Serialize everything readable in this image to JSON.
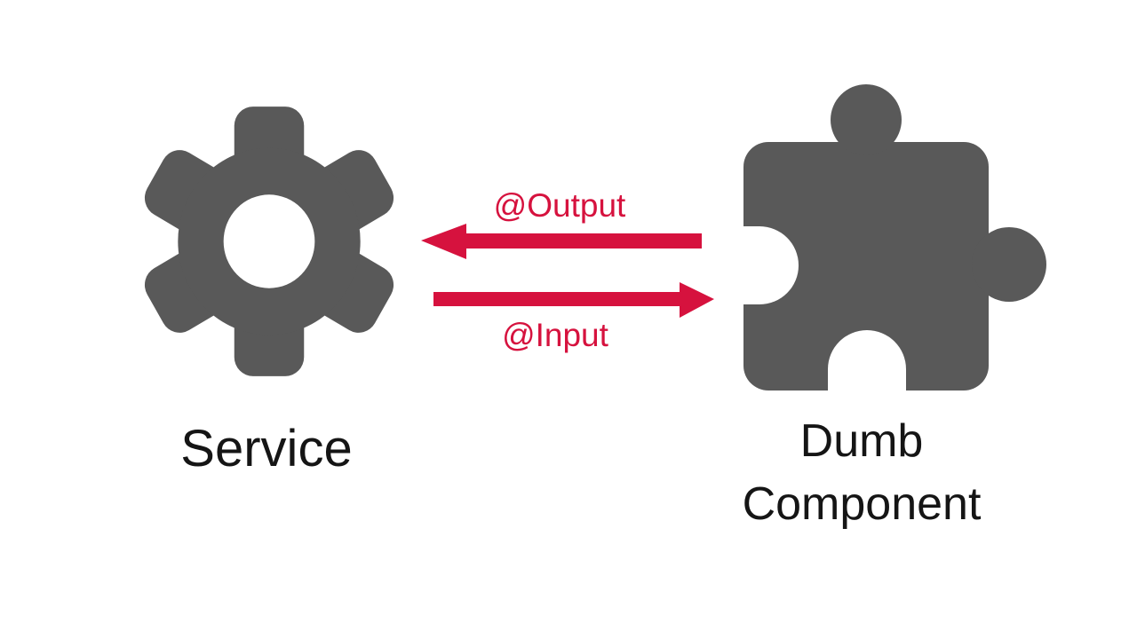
{
  "title": "Service and Dumb Component interaction diagram",
  "colors": {
    "background": "#ffffff",
    "icon_gray": "#595959",
    "arrow_red": "#d6123e",
    "text_black": "#151515",
    "hole_white": "#ffffff"
  },
  "nodes": {
    "service": {
      "label": "Service",
      "icon": "gear-icon"
    },
    "dumb_component": {
      "label_line1": "Dumb",
      "label_line2": "Component",
      "icon": "puzzle-piece-icon"
    }
  },
  "connections": {
    "output": {
      "label": "@Output",
      "direction": "component-to-service",
      "arrow": "left"
    },
    "input": {
      "label": "@Input",
      "direction": "service-to-component",
      "arrow": "right"
    }
  }
}
